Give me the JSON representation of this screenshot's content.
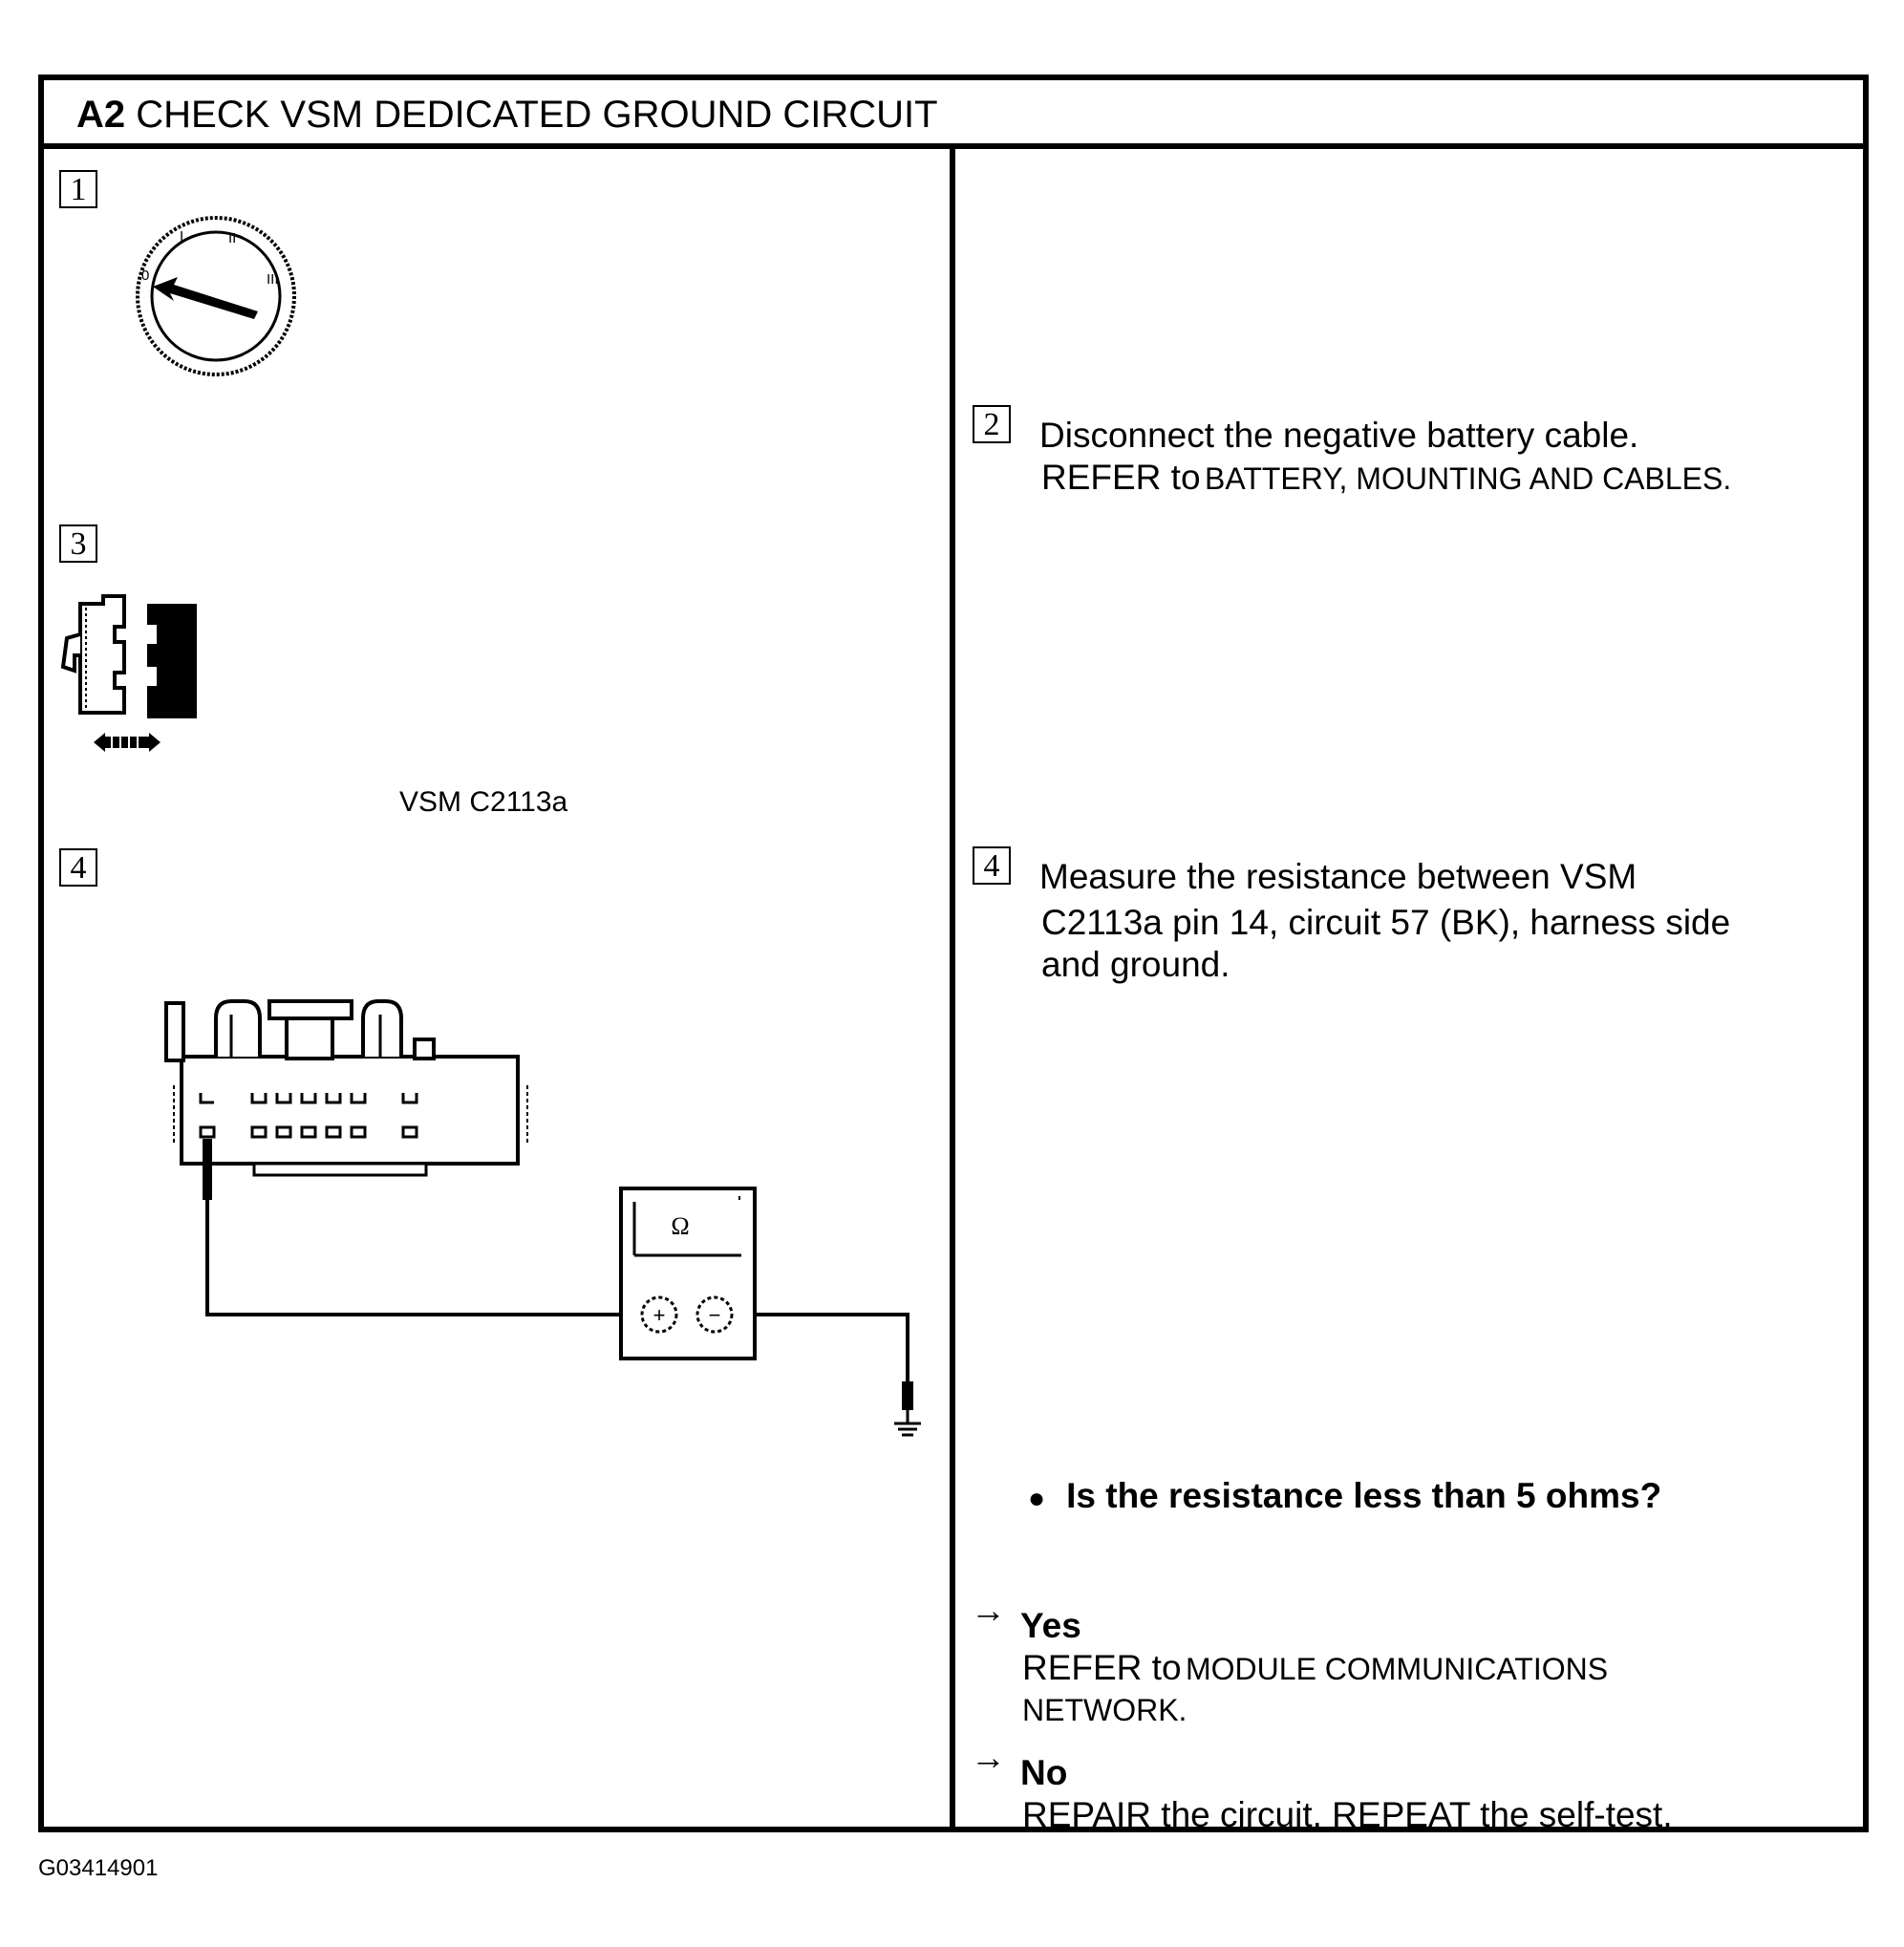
{
  "header": {
    "step_id": "A2",
    "title": "CHECK VSM DEDICATED GROUND CIRCUIT"
  },
  "left_panel": {
    "step_1": "1",
    "step_3": "3",
    "step_4": "4",
    "connector_label": "VSM C2113a",
    "ohm_symbol": "Ω",
    "plus_symbol": "+",
    "minus_symbol": "−",
    "ignition_positions": [
      "0",
      "I",
      "II",
      "III"
    ]
  },
  "right_panel": {
    "step_2": {
      "number": "2",
      "line1": "Disconnect the negative battery cable.",
      "refer": "REFER to",
      "ref_target": "BATTERY, MOUNTING AND CABLES."
    },
    "step_4": {
      "number": "4",
      "line1": "Measure the resistance between VSM",
      "line2": "C2113a pin 14, circuit 57 (BK), harness side",
      "line3": "and ground."
    },
    "question": "Is the resistance less than 5 ohms?",
    "yes": {
      "label": "Yes",
      "refer": "REFER to",
      "target_line1": "MODULE COMMUNICATIONS",
      "target_line2": "NETWORK."
    },
    "no": {
      "label": "No",
      "text": "REPAIR the circuit. REPEAT the self-test."
    }
  },
  "footer": {
    "doc_id": "G03414901"
  }
}
